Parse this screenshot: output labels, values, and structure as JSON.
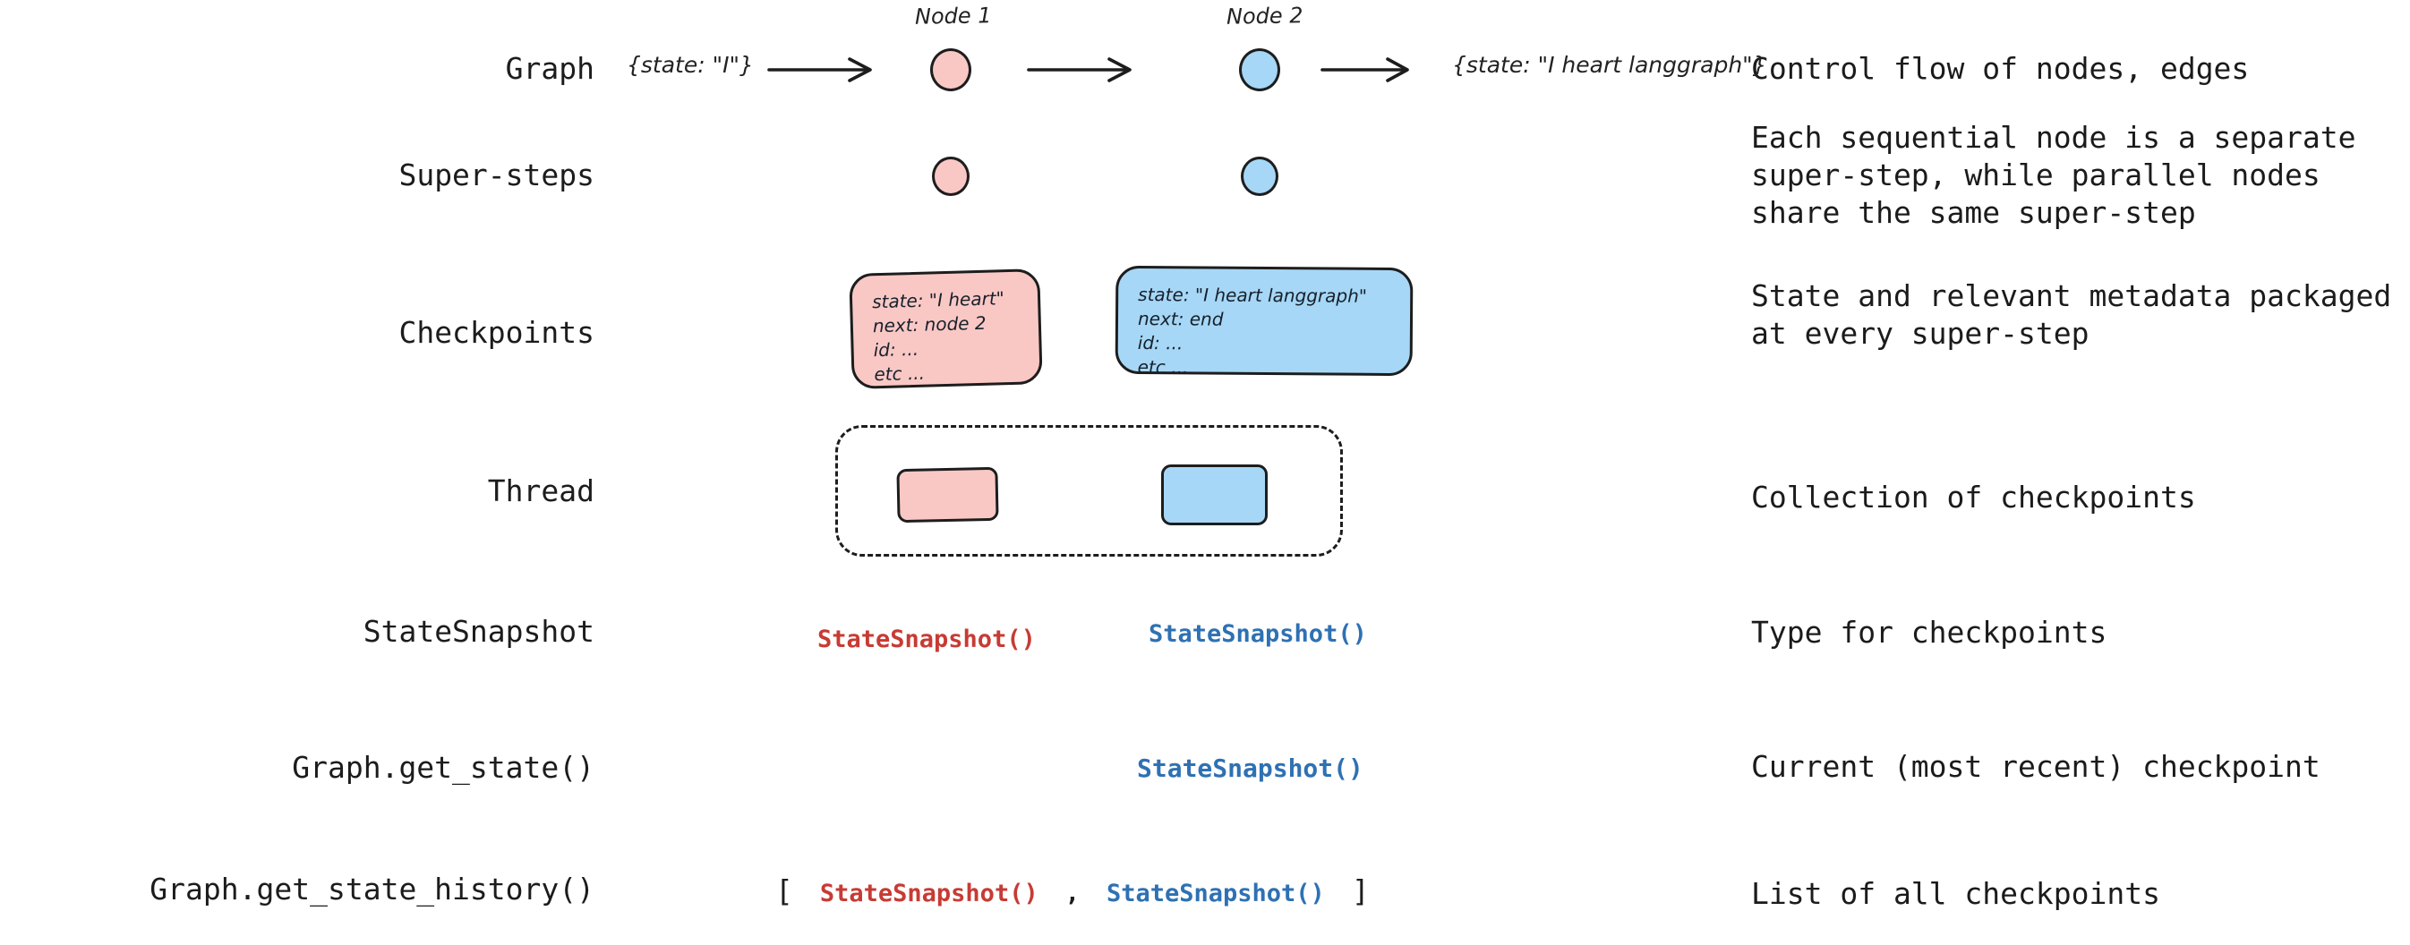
{
  "rows": [
    {
      "label": "Graph",
      "description": "Control flow of nodes, edges"
    },
    {
      "label": "Super-steps",
      "description": "Each sequential node is a separate super-step, while parallel nodes share the same super-step"
    },
    {
      "label": "Checkpoints",
      "description": "State and relevant metadata packaged at every super-step"
    },
    {
      "label": "Thread",
      "description": "Collection of checkpoints"
    },
    {
      "label": "StateSnapshot",
      "description": "Type for checkpoints"
    },
    {
      "label": "Graph.get_state()",
      "description": "Current (most recent) checkpoint"
    },
    {
      "label": "Graph.get_state_history()",
      "description": "List of all checkpoints"
    }
  ],
  "graph_row": {
    "node1_label": "Node 1",
    "node2_label": "Node 2",
    "input_state": "{state: \"I\"}",
    "output_state": "{state: \"I heart langgraph\"}"
  },
  "checkpoints": {
    "pink": {
      "lines": [
        "state: \"I heart\"",
        "next: node 2",
        "id: ...",
        "etc ..."
      ]
    },
    "blue": {
      "lines": [
        "state: \"I heart langgraph\"",
        "next: end",
        "id: ...",
        "etc ..."
      ]
    }
  },
  "snapshots": {
    "red_label": "StateSnapshot()",
    "blue_label": "StateSnapshot()",
    "current_label": "StateSnapshot()",
    "history_open": "[",
    "history_comma": ",",
    "history_close": "]"
  },
  "colors": {
    "node_pink": "#f9c8c5",
    "node_blue": "#a6d7f6",
    "ink": "#1d1d1d",
    "snapshot_red": "#c73b34",
    "snapshot_blue": "#2e71b3",
    "background": "#ffffff"
  }
}
